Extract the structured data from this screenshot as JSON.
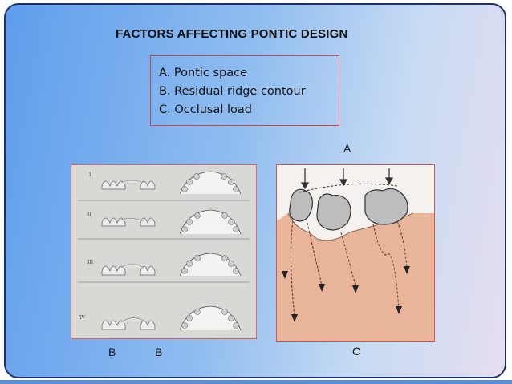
{
  "slide": {
    "title": "FACTORS AFFECTING PONTIC DESIGN",
    "factors": [
      "A. Pontic space",
      "B. Residual ridge contour",
      "C. Occlusal load"
    ],
    "labels": {
      "a": "A",
      "b1": "B",
      "b2": "B",
      "c": "C"
    },
    "left_figure": {
      "row_numerals": [
        "I",
        "II",
        "III",
        "IV"
      ]
    },
    "colors": {
      "accent_border": "#cc4444",
      "frame": "#1f2f6b",
      "tissue": "#e9b59c",
      "tooth": "#b9b9b9"
    }
  }
}
